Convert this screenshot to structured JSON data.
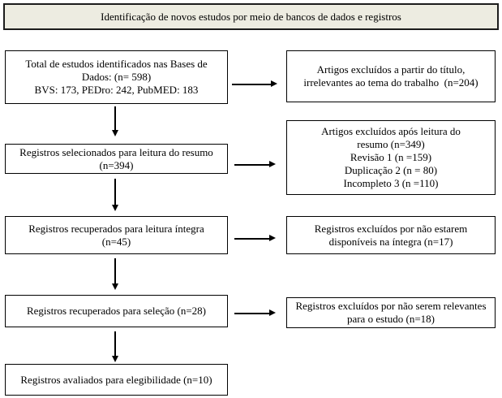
{
  "header": {
    "title": "Identificação de novos estudos por meio de bancos de dados e registros"
  },
  "colors": {
    "header_bg": "#edece1",
    "banner_border": "#1c1c1c",
    "box_border": "#000000",
    "box_bg": "#ffffff",
    "arrow": "#000000",
    "page_bg": "#ffffff"
  },
  "flow": {
    "left_boxes": [
      {
        "id": "total-identified",
        "text": "Total de estudos identificados nas Bases de\nDados: (n= 598)\nBVS: 173, PEDro: 242, PubMED: 183",
        "n": 598
      },
      {
        "id": "selected-abstract-reading",
        "text": "Registros selecionados para leitura do resumo\n(n=394)",
        "n": 394
      },
      {
        "id": "retrieved-fulltext-reading",
        "text": "Registros recuperados para leitura íntegra\n(n=45)",
        "n": 45
      },
      {
        "id": "retrieved-selection",
        "text": "Registros recuperados para seleção (n=28)",
        "n": 28
      },
      {
        "id": "assessed-eligibility",
        "text": "Registros avaliados para elegibilidade (n=10)",
        "n": 10
      }
    ],
    "right_boxes": [
      {
        "id": "excluded-by-title",
        "text": "Artigos excluídos a partir do título,\nirrelevantes ao tema do trabalho  (n=204)",
        "n": 204
      },
      {
        "id": "excluded-after-abstract",
        "text": "Artigos excluídos após leitura do\nresumo (n=349)\nRevisão 1 (n =159)\nDuplicação 2 (n = 80)\nIncompleto 3 (n =110)",
        "n": 349
      },
      {
        "id": "excluded-unavailable-fulltext",
        "text": "Registros excluídos por não estarem\ndisponíveis na íntegra (n=17)",
        "n": 17
      },
      {
        "id": "excluded-not-relevant",
        "text": "Registros excluídos por não serem relevantes\npara o estudo (n=18)",
        "n": 18
      }
    ]
  }
}
